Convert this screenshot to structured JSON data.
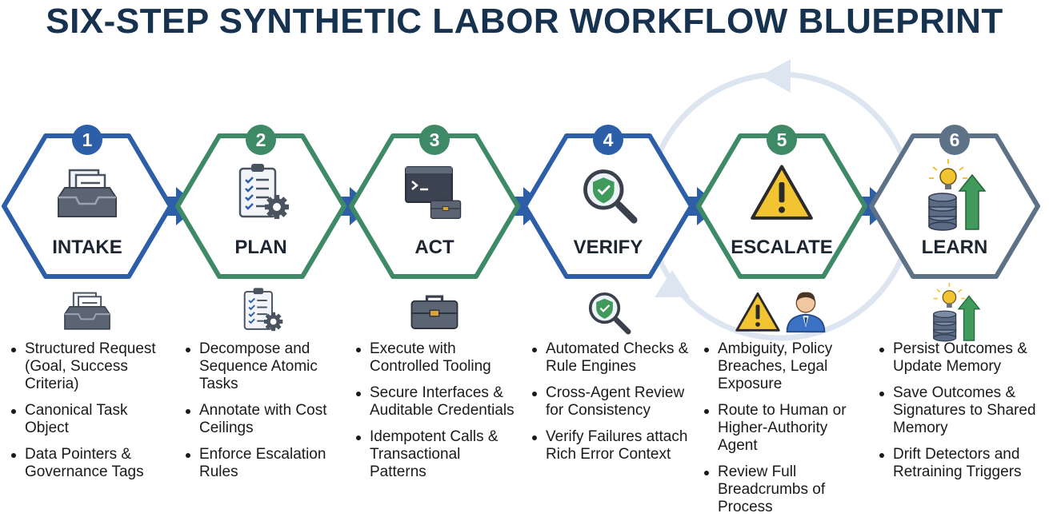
{
  "title": "SIX-STEP SYNTHETIC LABOR WORKFLOW BLUEPRINT",
  "steps": [
    {
      "number": "1",
      "label": "INTAKE",
      "color": "#2d5fa8",
      "bullets": [
        "Structured Request (Goal, Success Criteria)",
        "Canonical Task Object",
        "Data Pointers & Governance Tags"
      ]
    },
    {
      "number": "2",
      "label": "PLAN",
      "color": "#3f8a66",
      "bullets": [
        "Decompose and Sequence Atomic Tasks",
        "Annotate with Cost Ceilings",
        "Enforce Escalation Rules"
      ]
    },
    {
      "number": "3",
      "label": "ACT",
      "color": "#3f8a66",
      "bullets": [
        "Execute with Controlled Tooling",
        "Secure Interfaces & Auditable Credentials",
        "Idempotent Calls & Transactional Patterns"
      ]
    },
    {
      "number": "4",
      "label": "VERIFY",
      "color": "#2d5fa8",
      "bullets": [
        "Automated Checks & Rule Engines",
        "Cross-Agent Review for Consistency",
        "Verify Failures attach Rich Error Context"
      ]
    },
    {
      "number": "5",
      "label": "ESCALATE",
      "color": "#3f8a66",
      "bullets": [
        "Ambiguity, Policy Breaches, Legal Exposure",
        "Route to Human or Higher-Authority Agent",
        "Review Full Breadcrumbs of Process"
      ]
    },
    {
      "number": "6",
      "label": "LEARN",
      "color": "#5d7287",
      "bullets": [
        "Persist Outcomes & Update Memory",
        "Save Outcomes & Signatures to Shared Memory",
        "Drift Detectors and Retraining Triggers"
      ]
    }
  ],
  "colors": {
    "title": "#17324f",
    "arrow": "#2d5fa8",
    "loop": "#dde6f0",
    "warning": "#f3c431"
  },
  "icons": {
    "hexagon": [
      "inbox-tray-icon",
      "clipboard-gear-icon",
      "terminal-toolbox-icon",
      "magnifier-shield-icon",
      "warning-icon",
      "database-lightbulb-growth-icon"
    ],
    "below": [
      "inbox-tray-icon",
      "clipboard-gear-icon",
      "toolbox-icon",
      "magnifier-shield-icon",
      "warning-person-icon",
      "database-lightbulb-growth-icon"
    ]
  }
}
